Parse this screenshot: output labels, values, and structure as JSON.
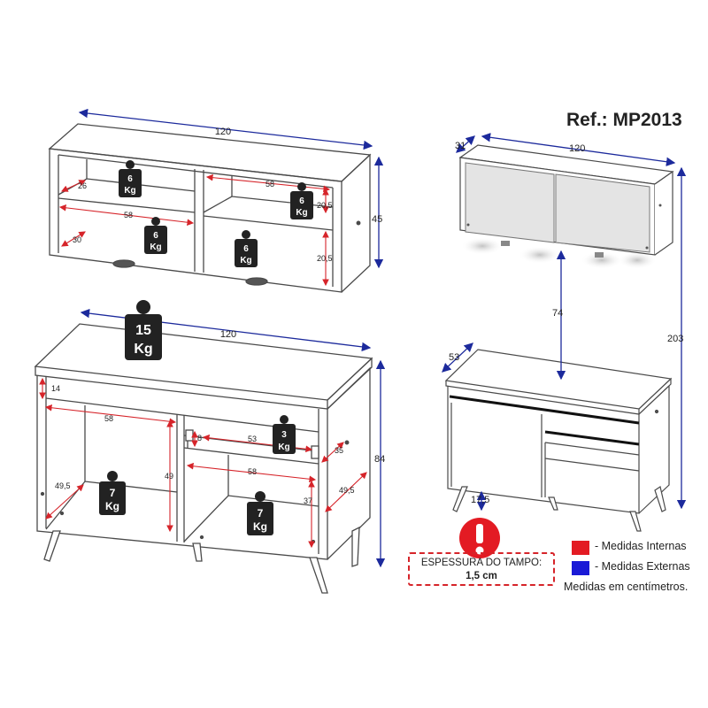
{
  "title": "Ref.: MP2013",
  "colors": {
    "internal": "#d6242a",
    "external": "#1c2a9c",
    "line": "#4a4a4a",
    "weight_bg": "#222222"
  },
  "legend": [
    {
      "color": "#e31b23",
      "label": "- Medidas Internas"
    },
    {
      "color": "#1a1ad6",
      "label": "- Medidas Externas"
    }
  ],
  "note": "Medidas em centímetros.",
  "tampo": {
    "line1": "ESPESSURA DO TAMPO:",
    "line2": "1,5 cm"
  },
  "warning_icon": "exclamation-icon",
  "aereo": {
    "external": {
      "width": "120",
      "height": "45"
    },
    "internal": {
      "shelf_depth_top": "26",
      "shelf_depth_bottom": "30",
      "width_top": "58",
      "width_bottom": "58",
      "height_top": "20,5",
      "height_bottom": "20,5"
    },
    "weights": [
      "6",
      "6",
      "6",
      "6"
    ]
  },
  "balcao": {
    "external": {
      "width": "120",
      "height": "84"
    },
    "internal": {
      "top_gap": "14",
      "width_left": "58",
      "height_left": "49",
      "depth_left": "49,5",
      "drawer_height": "8",
      "drawer_width": "53",
      "drawer_depth": "35",
      "width_right": "58",
      "height_right": "37",
      "depth_right": "49,5"
    },
    "weights": [
      "15",
      "3",
      "7",
      "7"
    ]
  },
  "assembled": {
    "top_depth": "31",
    "top_width": "120",
    "gap": "74",
    "total_height": "203",
    "base_depth": "53",
    "leg_height": "17,5"
  },
  "kg_label": "Kg"
}
